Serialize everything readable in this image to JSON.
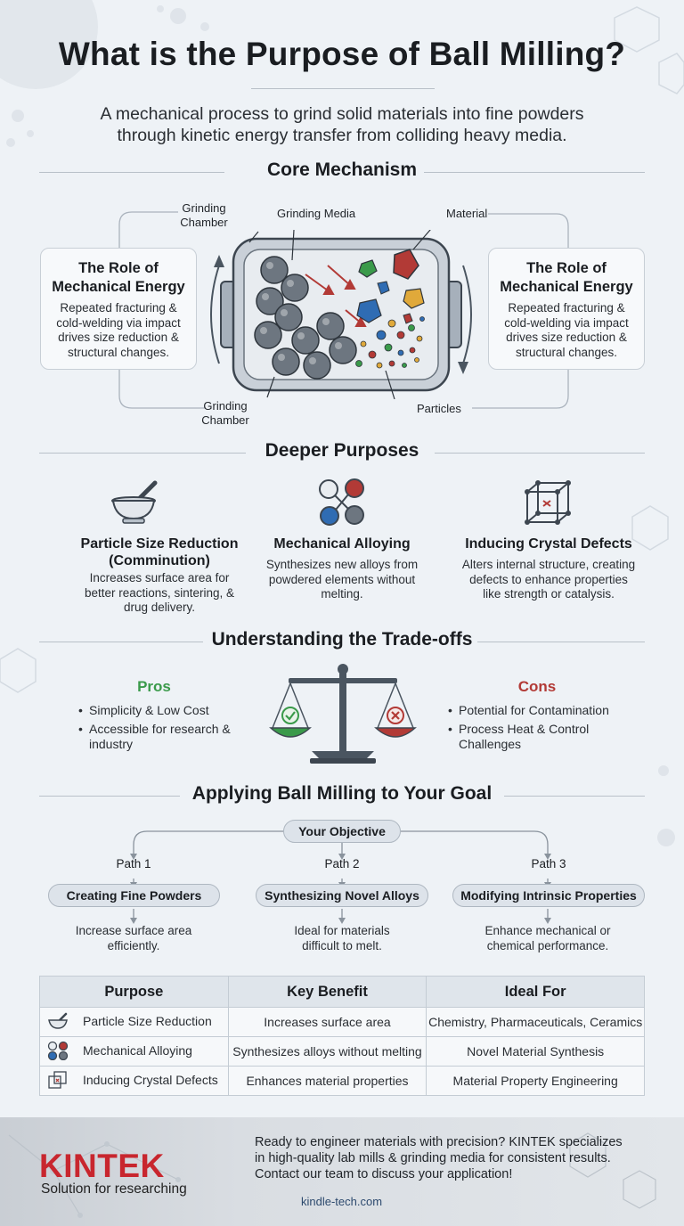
{
  "header": {
    "title": "What is the Purpose of Ball Milling?",
    "subtitle_line1": "A mechanical process to grind solid materials into fine powders",
    "subtitle_line2": "through kinetic energy transfer from colliding heavy media."
  },
  "core": {
    "heading": "Core Mechanism",
    "left_card": {
      "title_line1": "The Role of",
      "title_line2": "Mechanical Energy",
      "text_lines": [
        "Repeated fracturing &",
        "cold-welding via impact",
        "drives size reduction &",
        "structural changes."
      ]
    },
    "right_card": {
      "title_line1": "The Role of",
      "title_line2": "Mechanical Energy",
      "text_lines": [
        "Repeated fracturing &",
        "cold-welding via impact",
        "drives size reduction &",
        "structural changes."
      ]
    },
    "labels": {
      "chamber_top_line1": "Grinding",
      "chamber_top_line2": "Chamber",
      "media": "Grinding Media",
      "material": "Material",
      "chamber_bottom_line1": "Grinding",
      "chamber_bottom_line2": "Chamber",
      "particles": "Particles"
    }
  },
  "deeper": {
    "heading": "Deeper Purposes",
    "items": [
      {
        "icon": "mortar-pestle-icon",
        "title_line1": "Particle Size Reduction",
        "title_line2": "(Comminution)",
        "text_lines": [
          "Increases surface area for",
          "better reactions, sintering, &",
          "drug delivery."
        ]
      },
      {
        "icon": "alloy-molecules-icon",
        "title_line1": "Mechanical Alloying",
        "title_line2": "",
        "text_lines": [
          "Synthesizes new alloys from",
          "powdered elements without",
          "melting."
        ]
      },
      {
        "icon": "crystal-lattice-icon",
        "title_line1": "Inducing Crystal Defects",
        "title_line2": "",
        "text_lines": [
          "Alters internal structure, creating",
          "defects to enhance properties",
          "like strength or catalysis."
        ]
      }
    ]
  },
  "tradeoffs": {
    "heading": "Understanding the Trade-offs",
    "pros_title": "Pros",
    "pros": [
      "Simplicity & Low Cost",
      "Accessible for research &",
      "industry"
    ],
    "cons_title": "Cons",
    "cons": [
      "Potential for Contamination",
      "Process Heat & Control",
      "Challenges"
    ],
    "pros_color": "#3a9a4a",
    "cons_color": "#b23a36"
  },
  "goal": {
    "heading": "Applying Ball Milling to Your Goal",
    "objective": "Your Objective",
    "paths": [
      {
        "label": "Path 1",
        "name": "Creating Fine Powders",
        "text_lines": [
          "Increase surface area",
          "efficiently."
        ]
      },
      {
        "label": "Path 2",
        "name": "Synthesizing Novel Alloys",
        "text_lines": [
          "Ideal for materials",
          "difficult to melt."
        ]
      },
      {
        "label": "Path 3",
        "name": "Modifying Intrinsic Properties",
        "text_lines": [
          "Enhance mechanical or",
          "chemical performance."
        ]
      }
    ]
  },
  "table": {
    "headers": [
      "Purpose",
      "Key Benefit",
      "Ideal For"
    ],
    "rows": [
      {
        "icon": "mortar-pestle-icon",
        "purpose": "Particle Size Reduction",
        "benefit": "Increases surface area",
        "ideal": "Chemistry, Pharmaceuticals, Ceramics"
      },
      {
        "icon": "alloy-molecules-icon",
        "purpose": "Mechanical Alloying",
        "benefit": "Synthesizes alloys without melting",
        "ideal": "Novel Material Synthesis"
      },
      {
        "icon": "crystal-lattice-icon",
        "purpose": "Inducing Crystal Defects",
        "benefit": "Enhances material properties",
        "ideal": "Material Property Engineering"
      }
    ]
  },
  "footer": {
    "brand": "KINTEK",
    "tagline": "Solution for researching",
    "cta_lines": [
      "Ready to engineer materials with precision? KINTEK specializes",
      "in high-quality lab mills & grinding media for consistent results.",
      "Contact our team to discuss your application!"
    ],
    "website": "kindle-tech.com",
    "brand_color": "#c8262e"
  }
}
